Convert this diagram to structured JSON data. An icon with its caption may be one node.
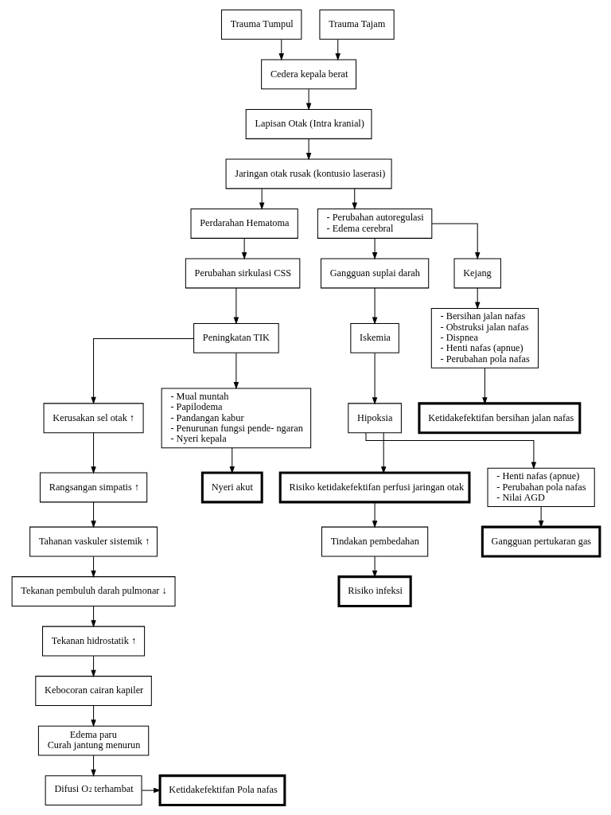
{
  "diagram": {
    "nodes": [
      {
        "text": [
          "Trauma Tumpul"
        ]
      },
      {
        "text": [
          "Trauma Tajam"
        ]
      },
      {
        "text": [
          "Cedera kepala berat"
        ]
      },
      {
        "text": [
          "Lapisan Otak (Intra kranial)"
        ]
      },
      {
        "text": [
          "Jaringan otak rusak (kontusio laserasi)"
        ]
      },
      {
        "text": [
          "Perdarahan Hematoma"
        ]
      },
      {
        "text": [
          "- Perubahan autoregulasi",
          "- Edema cerebral"
        ]
      },
      {
        "text": [
          "Gangguan suplai darah"
        ]
      },
      {
        "text": [
          "Perubahan sirkulasi CSS"
        ]
      },
      {
        "text": [
          "Kejang"
        ]
      },
      {
        "text": [
          "Iskemia"
        ]
      },
      {
        "text": [
          "Risiko ketidakefektifan perfusi jaringan otak"
        ]
      },
      {
        "text": [
          "Hipoksia"
        ]
      },
      {
        "text": [
          "Peningkatan TIK"
        ]
      },
      {
        "text": [
          "- Bersihan jalan nafas",
          "- Obstruksi jalan nafas",
          "- Dispnea",
          "- Henti nafas (apnue)",
          "- Perubahan pola nafas"
        ]
      },
      {
        "text": [
          "Kerusakan sel otak ↑"
        ]
      },
      {
        "text": [
          "- Mual muntah",
          "- Papilodema",
          "- Pandangan kabur",
          "- Penurunan fungsi pende- ngaran",
          "- Nyeri kepala"
        ]
      },
      {
        "text": [
          "Ketidakefektifan bersihan jalan nafas"
        ]
      },
      {
        "text": [
          "Rangsangan simpatis ↑"
        ]
      },
      {
        "text": [
          "Nyeri akut"
        ]
      },
      {
        "text": [
          "Tahanan vaskuler sistemik ↑"
        ]
      },
      {
        "text": [
          "Tindakan pembedahan"
        ]
      },
      {
        "text": [
          "Tekanan pembuluh darah pulmonar ↓"
        ]
      },
      {
        "text": [
          "Risiko infeksi"
        ]
      },
      {
        "text": [
          "Tekanan hidrostatik ↑"
        ]
      },
      {
        "text": [
          "- Henti nafas (apnue)",
          "- Perubahan pola nafas",
          "- Nilai AGD"
        ]
      },
      {
        "text": [
          "Kebocoran cairan kapiler"
        ]
      },
      {
        "text": [
          "Edema paru",
          "Curah jantung menurun"
        ]
      },
      {
        "text": [
          "Gangguan pertukaran gas"
        ]
      },
      {
        "text": [
          "Difusi O$_{2}$ terhambat"
        ]
      },
      {
        "text": [
          "Ketidakefektifan Pola nafas"
        ]
      }
    ],
    "edges": [
      {
        "from": 0,
        "to": 2,
        "arrow": "to"
      },
      {
        "from": 1,
        "to": 2,
        "arrow": "to"
      },
      {
        "from": 2,
        "to": 3,
        "arrow": "to"
      },
      {
        "from": 3,
        "to": 4,
        "arrow": "to"
      },
      {
        "from": 4,
        "to": 5,
        "arrow": "to"
      },
      {
        "from": 4,
        "to": 6,
        "arrow": "to"
      },
      {
        "from": 6,
        "to": 7,
        "arrow": "to"
      },
      {
        "from": 6,
        "to": 9,
        "arrow": "to"
      },
      {
        "from": 5,
        "to": 8,
        "arrow": "to"
      },
      {
        "from": 8,
        "to": 13,
        "arrow": "to"
      },
      {
        "from": 7,
        "to": 10,
        "arrow": "to"
      },
      {
        "from": 10,
        "to": 12,
        "arrow": "to"
      },
      {
        "from": 12,
        "to": 11,
        "arrow": "to"
      },
      {
        "from": 13,
        "to": 15,
        "arrow": "to"
      },
      {
        "from": 13,
        "to": 16,
        "arrow": "to"
      },
      {
        "from": 9,
        "to": 14,
        "arrow": "to"
      },
      {
        "from": 14,
        "to": 17,
        "arrow": "to"
      },
      {
        "from": 15,
        "to": 18,
        "arrow": "to"
      },
      {
        "from": 18,
        "to": 20,
        "arrow": "to"
      },
      {
        "from": 20,
        "to": 22,
        "arrow": "to"
      },
      {
        "from": 22,
        "to": 24,
        "arrow": "to"
      },
      {
        "from": 24,
        "to": 26,
        "arrow": "to"
      },
      {
        "from": 26,
        "to": 27,
        "arrow": "to"
      },
      {
        "from": 27,
        "to": 29,
        "arrow": "to"
      },
      {
        "from": 29,
        "to": 30,
        "arrow": "to"
      },
      {
        "from": 16,
        "to": 19,
        "arrow": "to"
      },
      {
        "from": 11,
        "to": 21,
        "arrow": "to"
      },
      {
        "from": 21,
        "to": 23,
        "arrow": "to"
      },
      {
        "from": 12,
        "to": 25,
        "arrow": "to"
      },
      {
        "from": 25,
        "to": 28,
        "arrow": "to"
      }
    ]
  }
}
